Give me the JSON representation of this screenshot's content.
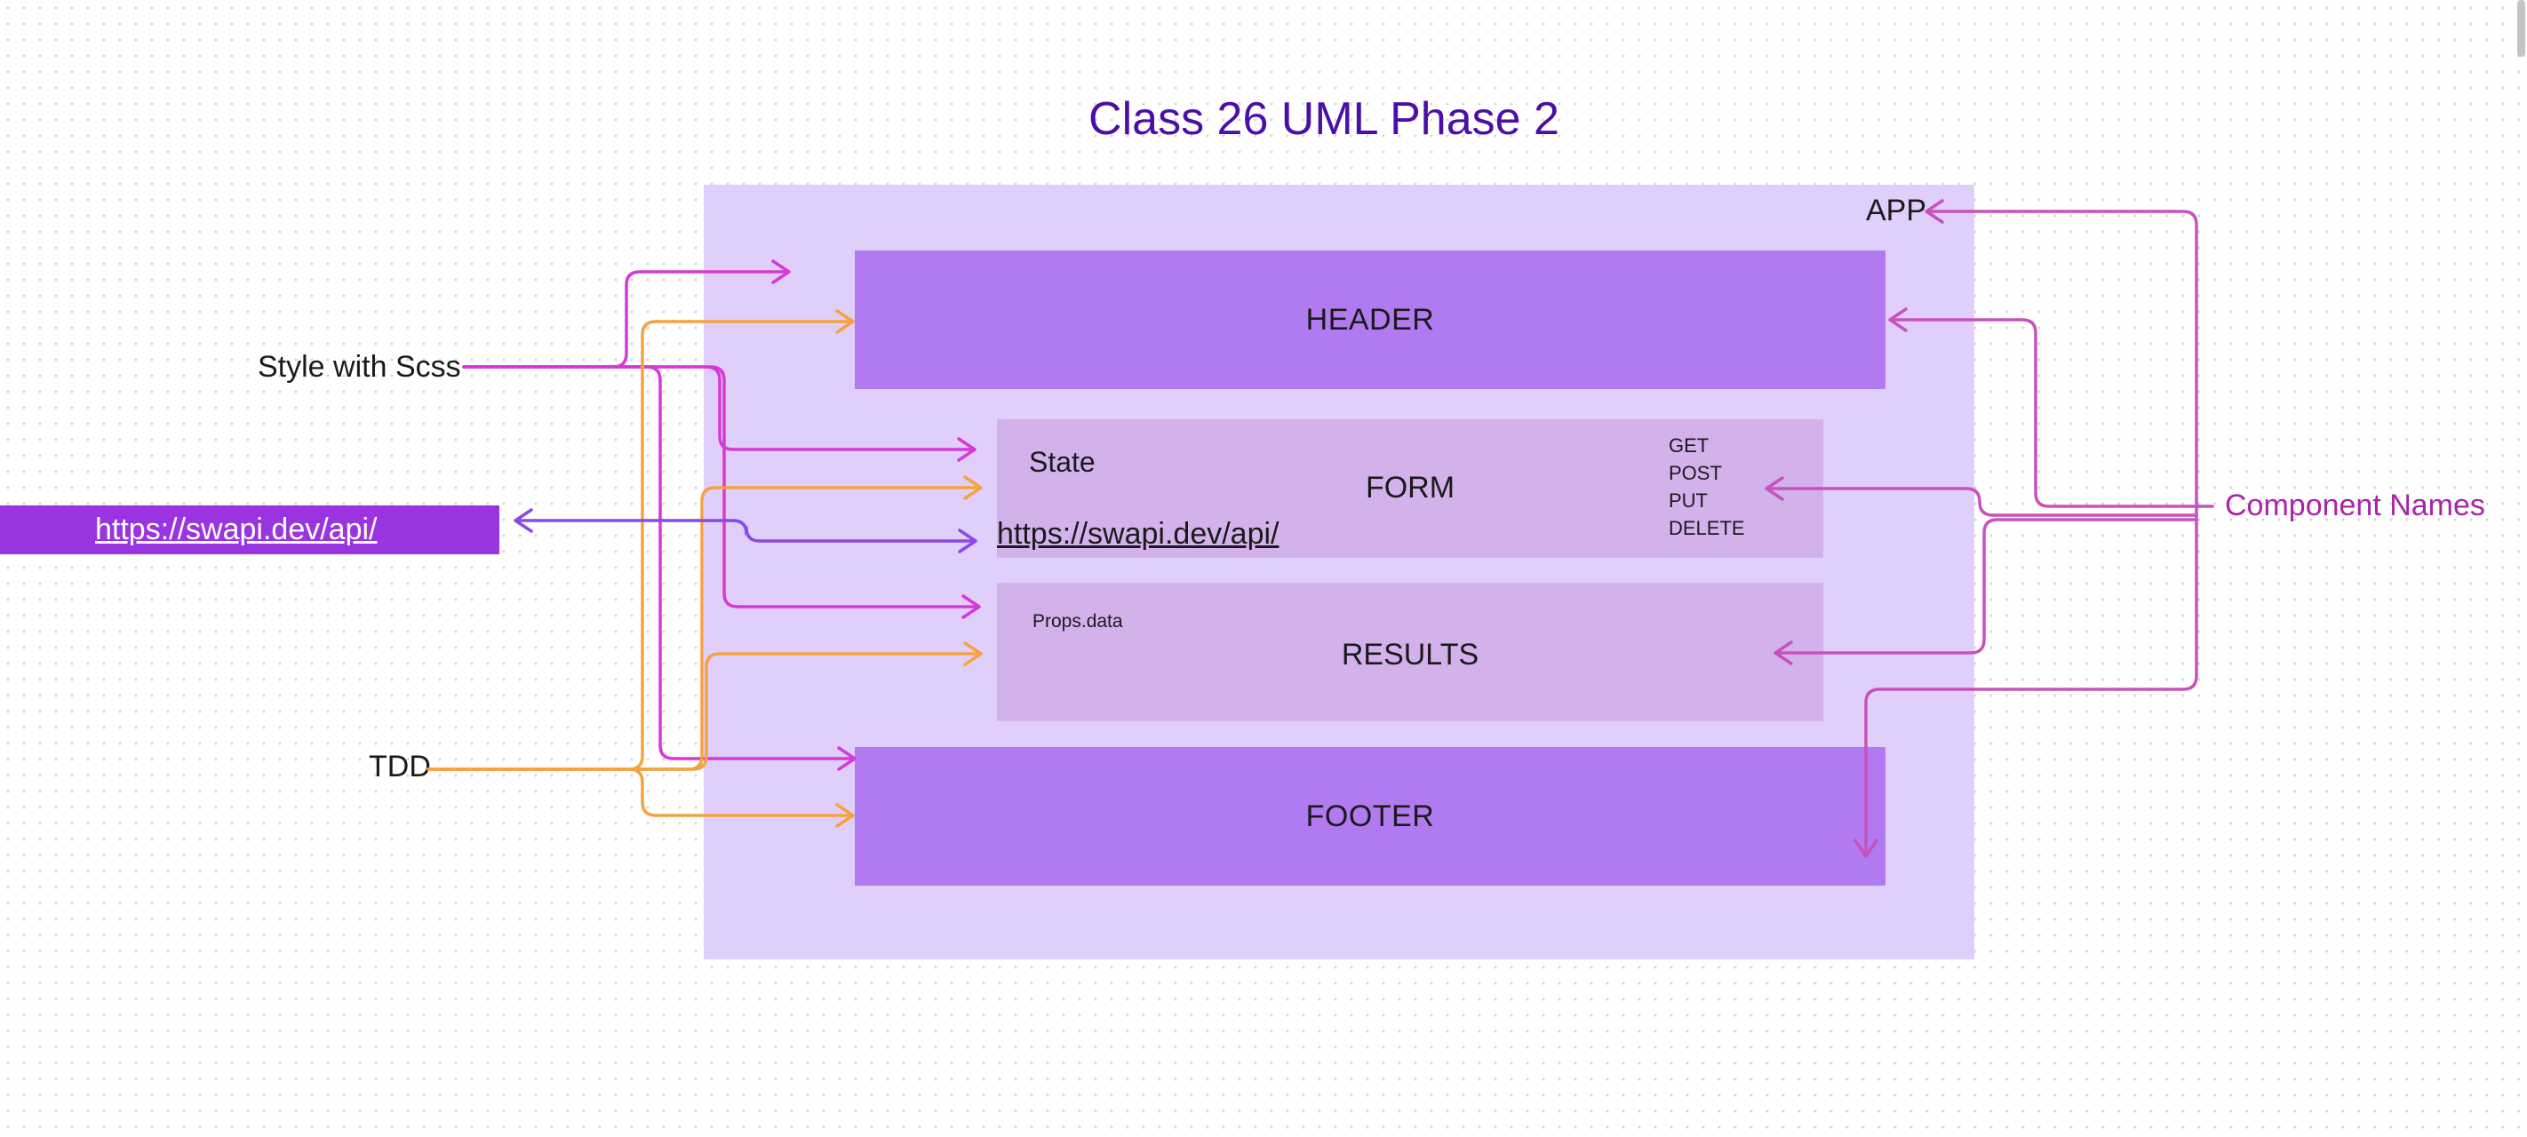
{
  "title": "Class 26 UML Phase 2",
  "components": {
    "app": "APP",
    "header": "HEADER",
    "form": {
      "label": "FORM",
      "state": "State",
      "url": "https://swapi.dev/api/",
      "methods": [
        "GET",
        "POST",
        "PUT",
        "DELETE"
      ]
    },
    "results": {
      "label": "RESULTS",
      "props": "Props.data"
    },
    "footer": "FOOTER"
  },
  "annotations": {
    "style": "Style with Scss",
    "tdd": "TDD",
    "component_names": "Component Names",
    "api_url": "https://swapi.dev/api/"
  },
  "colors": {
    "title": "#4a0fa8",
    "app_fill": "#e1cffb",
    "header_footer_fill": "#b17af0",
    "form_results_fill": "#d3b2ec",
    "scss_arrows": "#d63ad6",
    "tdd_arrows": "#f4a340",
    "api_arrow": "#8a4ae6",
    "component_arrows": "#c852bd",
    "api_banner": "#9a34e0"
  }
}
